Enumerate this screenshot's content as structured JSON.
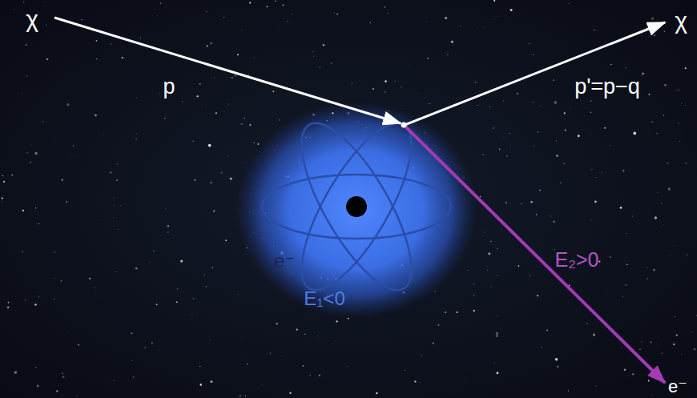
{
  "diagram": {
    "nodes": [
      {
        "text": [
          "e⁻",
          "E₁<0"
        ]
      }
    ],
    "labels": [
      "χ",
      "p",
      "p'=p−q",
      "χ",
      "E₂>0",
      "e⁻"
    ]
  }
}
